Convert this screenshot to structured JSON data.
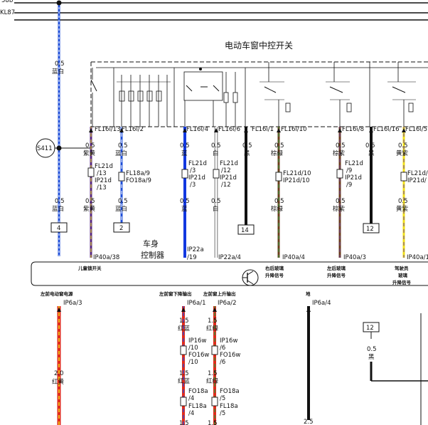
{
  "rails": {
    "top": "58b",
    "second": "KL87"
  },
  "switch_title": "电动车窗中控开关",
  "controller_label": [
    "车身",
    "控制器"
  ],
  "splice": "S411",
  "wire_colors": {
    "blue_white": [
      "#1f4fd8",
      "#ffffff"
    ],
    "purple_yellow": [
      "#5a2a82",
      "#e8dc1a"
    ],
    "blue": [
      "#1238e0",
      "#1238e0"
    ],
    "white": [
      "#ffffff",
      "#ffffff"
    ],
    "black": [
      "#111111",
      "#111111"
    ],
    "brown_green": [
      "#6b3d1c",
      "#2d9b3a"
    ],
    "brown_purple": [
      "#6b3d1c",
      "#6a3a92"
    ],
    "yellow_purple": [
      "#f0e01a",
      "#6a3a92"
    ],
    "red_yellow": [
      "#e02b1c",
      "#f2d21a"
    ],
    "red_blue": [
      "#e02b1c",
      "#2a4ad8"
    ],
    "red_green": [
      "#e02b1c",
      "#2d9b3a"
    ]
  },
  "top_connectors": [
    "FL16i/13",
    "FL16i/2",
    "FL16i/4",
    "FL16i/6",
    "FL16i/1",
    "FL16i/10",
    "FL16i/8",
    "FL16i/16",
    "FL16i/5"
  ],
  "sizes": {
    "s05": "0.5",
    "s15": "1.5",
    "s20": "2.0",
    "s25": "2.5"
  },
  "upper_colors": {
    "zihuang": "紫黄",
    "lanbai": "蓝白",
    "lan": "蓝",
    "bai": "白",
    "hei": "黑",
    "zonglv": "棕绿",
    "zongzi": "棕紫",
    "huangzi": "黄紫",
    "honghuang": "红黄",
    "honglan": "红蓝",
    "honglv": "红绿"
  },
  "inline": {
    "c1": [
      "FL21d",
      "/13",
      "IP21d",
      "/13"
    ],
    "c2": [
      "FL18a/9",
      "FO18a/9"
    ],
    "c3": [
      "FL21d",
      "/3",
      "IP21d",
      "/3"
    ],
    "c4": [
      "FL21d",
      "/12",
      "IP21d",
      "/12"
    ],
    "c6": [
      "FL21d/10",
      "IP21d/10"
    ],
    "c7": [
      "FL21d",
      "/9",
      "IP21d",
      "/9"
    ],
    "c9": [
      "FL21d/",
      "IP21d/"
    ]
  },
  "ref_boxes": [
    "4",
    "2",
    "14",
    "12",
    "12"
  ],
  "bottom_connectors": [
    "IP40a/38",
    "IP22a",
    "/19",
    "IP22a/4",
    "IP40a/4",
    "IP40a/3",
    "IP40a/1"
  ],
  "module_labels": {
    "child_lock": "儿童锁开关",
    "rr_right": [
      "右后玻璃",
      "升降信号"
    ],
    "rr_left": [
      "左后玻璃",
      "升降信号"
    ],
    "driver": [
      "驾驶员",
      "玻璃",
      "升降信号"
    ],
    "lf_power": "左前电动窗电源",
    "lf_down": "左前窗下降输出",
    "lf_up": "左前窗上升输出",
    "ground": "地"
  },
  "lower_connectors": [
    "IP6a/3",
    "IP6a/1",
    "IP6a/2",
    "IP6a/4"
  ],
  "lower_inline": {
    "d1": [
      "IP16w",
      "/10",
      "FO16w",
      "/10"
    ],
    "d2": [
      "IP16w",
      "/6",
      "FO16w",
      "/6"
    ],
    "d3": [
      "FO18a",
      "/4",
      "FL18a",
      "/4"
    ],
    "d4": [
      "FO18a",
      "/5",
      "FL18a",
      "/5"
    ]
  }
}
